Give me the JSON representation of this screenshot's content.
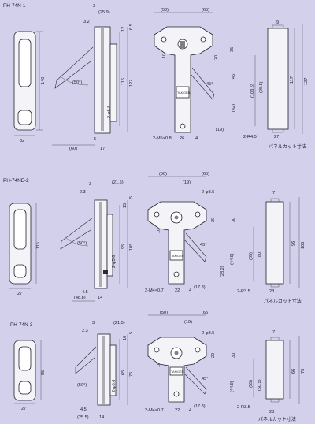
{
  "colors": {
    "background": "#d2d0ea",
    "line": "#2a2a3a",
    "part_fill": "#f4f3f8"
  },
  "models": [
    {
      "id": "PH-74N-1",
      "title": "PH-74N-1",
      "front": {
        "height": "140",
        "width": "32"
      },
      "side": {
        "top_offset": "3",
        "flange": "3.2",
        "depth": "(25.9)",
        "t12": "12",
        "t6_5": "6.5",
        "mid": "116",
        "total": "127",
        "bottom_a": "(60)",
        "bottom_b": "5",
        "bottom_c": "17",
        "angle": "(50°)",
        "hole": "2-φ6.8"
      },
      "rear": {
        "left": "(50)",
        "right": "(65)",
        "v35": "35",
        "v20": "20",
        "v10": "10",
        "v46": "(46)",
        "v42": "(42)",
        "v19": "(19)",
        "screw": "2-M5×0.8",
        "b26": "26",
        "b4": "4",
        "angle": "45°",
        "label": "TAKIGEN"
      },
      "cutout": {
        "top": "9",
        "w1": "(103.5)",
        "w2": "(98.5)",
        "h1": "117",
        "h2": "127",
        "radius": "2-R4.5",
        "bw": "27",
        "caption": "パネルカット寸法"
      }
    },
    {
      "id": "PH-74NE-2",
      "title": "PH-74NE-2",
      "front": {
        "height": "115",
        "width": "27"
      },
      "side": {
        "top_offset": "3",
        "flange": "2.3",
        "depth": "(21.5)",
        "t15": "15",
        "t5": "5",
        "mid": "95",
        "total": "105",
        "bottom_a": "(48.8)",
        "bottom_b": "4.5",
        "bottom_c": "14",
        "angle": "(50°)",
        "hole": "2-φ5.6"
      },
      "rear": {
        "left": "(50)",
        "right": "(65)",
        "top19": "(19)",
        "hole": "2-φ3.5",
        "v30": "30",
        "v20": "20",
        "v10": "10",
        "v449": "(44.9)",
        "v282": "(28.2)",
        "v178": "(17.8)",
        "screw": "2-M4×0.7",
        "b22": "22",
        "b4": "4",
        "angle": "45°",
        "label": "TAKIGEN"
      },
      "cutout": {
        "top": "7",
        "w1": "(85)",
        "w2": "(80)",
        "h1": "96",
        "h2": "105",
        "radius": "2-R3.5",
        "bw": "23",
        "caption": "パネルカット寸法"
      }
    },
    {
      "id": "PH-74N-3",
      "title": "PH-74N-3",
      "front": {
        "height": "85",
        "width": "27"
      },
      "side": {
        "top_offset": "3",
        "flange": "2.3",
        "depth": "(21.5)",
        "t10": "10",
        "t5": "5",
        "mid": "65",
        "total": "75",
        "bottom_a": "(25.5)",
        "bottom_b": "4.5",
        "bottom_c": "14",
        "angle": "(50°)",
        "hole": "2-φ5.6"
      },
      "rear": {
        "left": "(50)",
        "right": "(65)",
        "top19": "(19)",
        "hole": "2-φ3.5",
        "v30": "30",
        "v20": "20",
        "v10": "10",
        "v449": "(44.9)",
        "v178": "(17.8)",
        "screw": "2-M4×0.7",
        "b22": "22",
        "b4": "4",
        "angle": "45°",
        "label": "TAKIGEN"
      },
      "cutout": {
        "top": "7",
        "w1": "(55)",
        "w2": "(50.5)",
        "h1": "66",
        "h2": "75",
        "radius": "2-R3.5",
        "bw": "23",
        "caption": "パネルカット寸法"
      }
    }
  ]
}
